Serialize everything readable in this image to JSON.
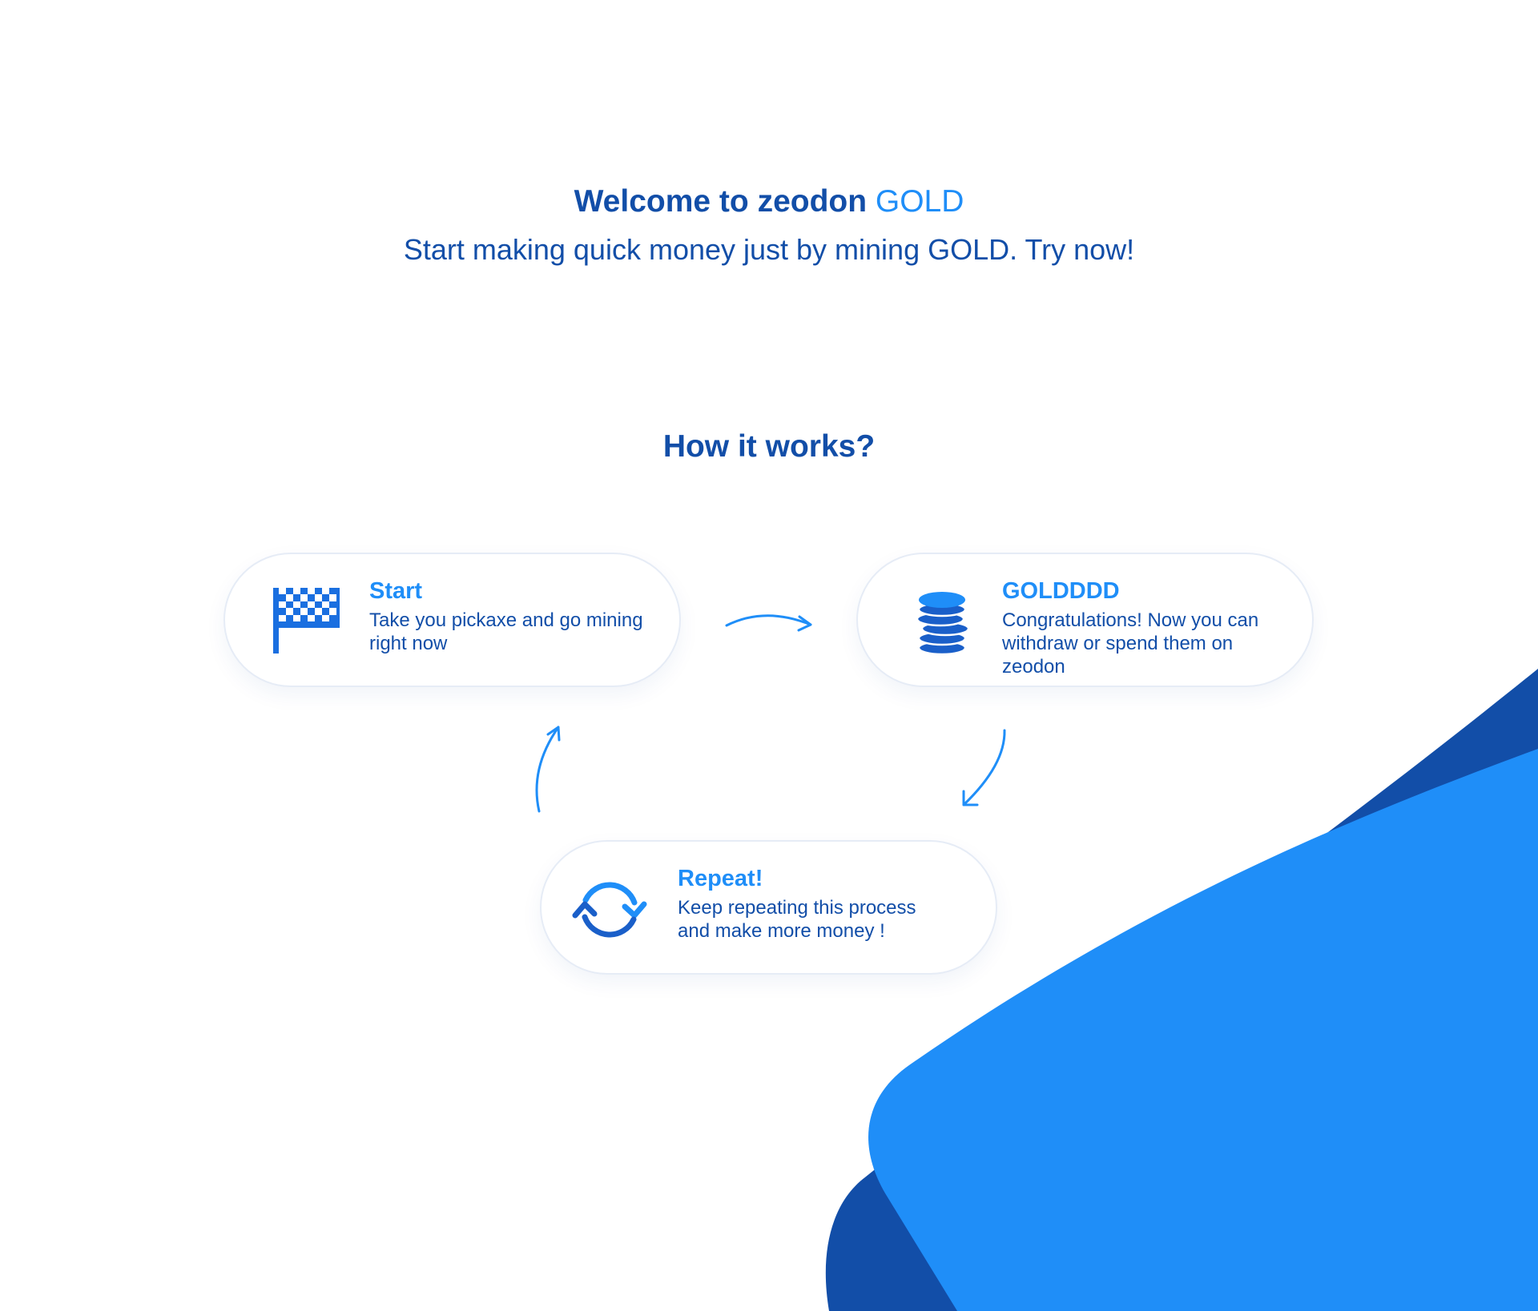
{
  "hero": {
    "title_prefix": "Welcome to zeodon ",
    "title_accent": "GOLD",
    "subtitle": "Start making quick money just by mining GOLD. Try now!"
  },
  "how_it_works": {
    "title": "How it works?"
  },
  "steps": [
    {
      "icon": "checkered-flag-icon",
      "title": "Start",
      "description": "Take you pickaxe and go mining right now"
    },
    {
      "icon": "coin-stack-icon",
      "title": "GOLDDDD",
      "description": "Congratulations! Now you can withdraw or spend them on zeodon"
    },
    {
      "icon": "refresh-cycle-icon",
      "title": "Repeat!",
      "description": "Keep repeating this process and make more money !"
    }
  ],
  "colors": {
    "primary_dark": "#124ea8",
    "accent_blue": "#1f8ef8",
    "card_border": "#e6ecf6",
    "background": "#ffffff"
  }
}
